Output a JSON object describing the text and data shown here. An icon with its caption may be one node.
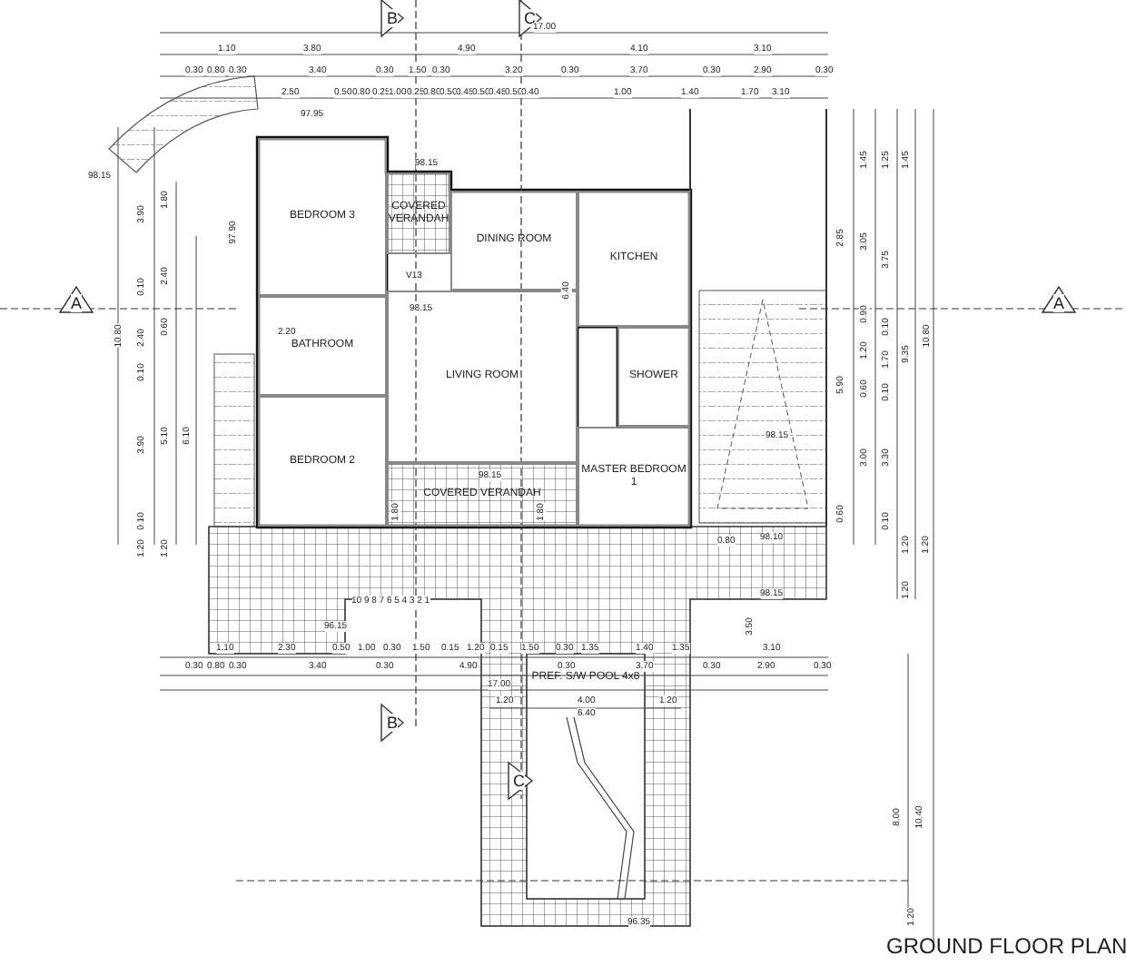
{
  "diagram": {
    "title": "GROUND FLOOR PLAN",
    "nodes": [
      {
        "text": [
          "BEDROOM 3"
        ]
      },
      {
        "text": [
          "COVERED VERANDAH"
        ]
      },
      {
        "text": [
          "DINING ROOM"
        ]
      },
      {
        "text": [
          "KITCHEN"
        ]
      },
      {
        "text": [
          "BATHROOM"
        ]
      },
      {
        "text": [
          "SHOWER"
        ]
      },
      {
        "text": [
          "LIVING ROOM"
        ]
      },
      {
        "text": [
          "BEDROOM 2"
        ]
      },
      {
        "text": [
          "MASTER BEDROOM 1"
        ]
      },
      {
        "text": [
          "COVERED VERANDAH"
        ]
      },
      {
        "text": [
          "PREF. S/W POOL 4x8"
        ]
      }
    ],
    "labels": [
      "B",
      "C",
      "17.00",
      "1.10",
      "3.80",
      "4.90",
      "4.10",
      "3.10",
      "0.30",
      "0.80",
      "0.30",
      "3.40",
      "0.30",
      "1.50",
      "0.30",
      "3.20",
      "0.30",
      "3.70",
      "0.30",
      "2.90",
      "0.30",
      "2.50",
      "0.50",
      "0.80",
      "0.25",
      "1.00",
      "0.25",
      "0.80",
      "0.50",
      "0.45",
      "0.50",
      "0.45",
      "0.50",
      "0.40",
      "1.00",
      "1.40",
      "1.70",
      "3.10",
      "97.95",
      "98.15",
      "98.15",
      "97.90",
      "V13",
      "98.15",
      "2.20",
      "6.40",
      "98.15",
      "1.80",
      "1.80",
      "98.15",
      "A",
      "10.80",
      "3.90",
      "0.10",
      "2.40",
      "0.10",
      "3.90",
      "0.10",
      "1.20",
      "1.80",
      "2.40",
      "0.60",
      "5.10",
      "1.20",
      "6.10",
      "1.45",
      "1.25",
      "1.45",
      "2.85",
      "3.05",
      "3.75",
      "0.90",
      "0.10",
      "1.20",
      "1.70",
      "5.90",
      "0.60",
      "0.10",
      "3.00",
      "3.30",
      "9.35",
      "10.80",
      "0.60",
      "0.10",
      "A",
      "98.10",
      "0.80",
      "1.20",
      "1.20",
      "1.20",
      "98.15",
      "10 9 8 7 6 5 4 3 2 1",
      "96.15",
      "3.50",
      "1.10",
      "2.30",
      "0.50",
      "1.00",
      "0.30",
      "1.50",
      "0.15",
      "1.20",
      "0.15",
      "1.50",
      "0.30",
      "1.35",
      "1.40",
      "1.35",
      "3.10",
      "0.30",
      "0.80",
      "0.30",
      "3.40",
      "0.30",
      "4.90",
      "0.30",
      "3.70",
      "0.30",
      "2.90",
      "0.30",
      "17.00",
      "B",
      "1.20",
      "4.00",
      "6.40",
      "1.20",
      "C",
      "8.00",
      "10.40",
      "1.20",
      "96.35"
    ]
  }
}
